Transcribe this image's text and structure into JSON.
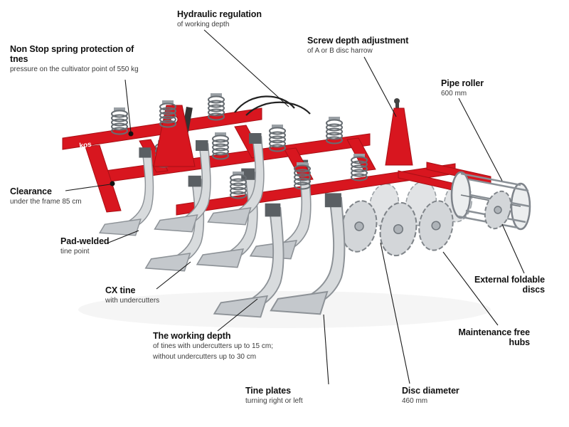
{
  "figure": {
    "brand": "kos"
  },
  "colors": {
    "machine_red": "#d8161f",
    "machine_red_dark": "#a80f15",
    "steel_gray": "#d6d9db",
    "leader_line": "#1a1a1a"
  },
  "labels": {
    "hydraulic": {
      "title": "Hydraulic regulation",
      "sub1": "of working depth"
    },
    "nonstop": {
      "title": "Non Stop spring protection of tnes",
      "sub1": "pressure on the cultivator point of 550 kg"
    },
    "screw": {
      "title": "Screw depth adjustment",
      "sub1": "of A or B disc harrow"
    },
    "pipe": {
      "title": "Pipe roller",
      "sub1": "600 mm"
    },
    "clearance": {
      "title": "Clearance",
      "sub1": "under the frame 85 cm"
    },
    "padwelded": {
      "title": "Pad-welded",
      "sub1": "tine point"
    },
    "cxtine": {
      "title": "CX tine",
      "sub1": "with undercutters"
    },
    "workingdepth": {
      "title": "The working depth",
      "sub1": "of tines with undercutters up to 15 cm;",
      "sub2": "without undercutters up to 30 cm"
    },
    "tineplates": {
      "title": "Tine plates",
      "sub1": "turning right or left"
    },
    "discdiameter": {
      "title": "Disc diameter",
      "sub1": "460 mm"
    },
    "hubs": {
      "title": "Maintenance free hubs"
    },
    "external": {
      "title": "External foldable discs"
    }
  }
}
